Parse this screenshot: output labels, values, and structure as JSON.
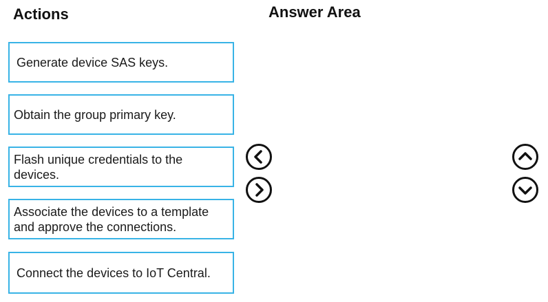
{
  "actions_panel": {
    "heading": "Actions",
    "items": [
      {
        "label": "Generate device SAS keys."
      },
      {
        "label": "Obtain the group primary key."
      },
      {
        "label": "Flash unique credentials to the devices."
      },
      {
        "label": "Associate the devices to a template and approve the connections."
      },
      {
        "label": "Connect the devices to IoT Central."
      }
    ]
  },
  "answer_panel": {
    "heading": "Answer Area",
    "items": []
  },
  "controls": {
    "move_left_icon": "chevron-left-circle-icon",
    "move_right_icon": "chevron-right-circle-icon",
    "move_up_icon": "chevron-up-circle-icon",
    "move_down_icon": "chevron-down-circle-icon"
  },
  "colors": {
    "item_border": "#38b3e6",
    "icon": "#111111",
    "text": "#1a1a1a"
  }
}
